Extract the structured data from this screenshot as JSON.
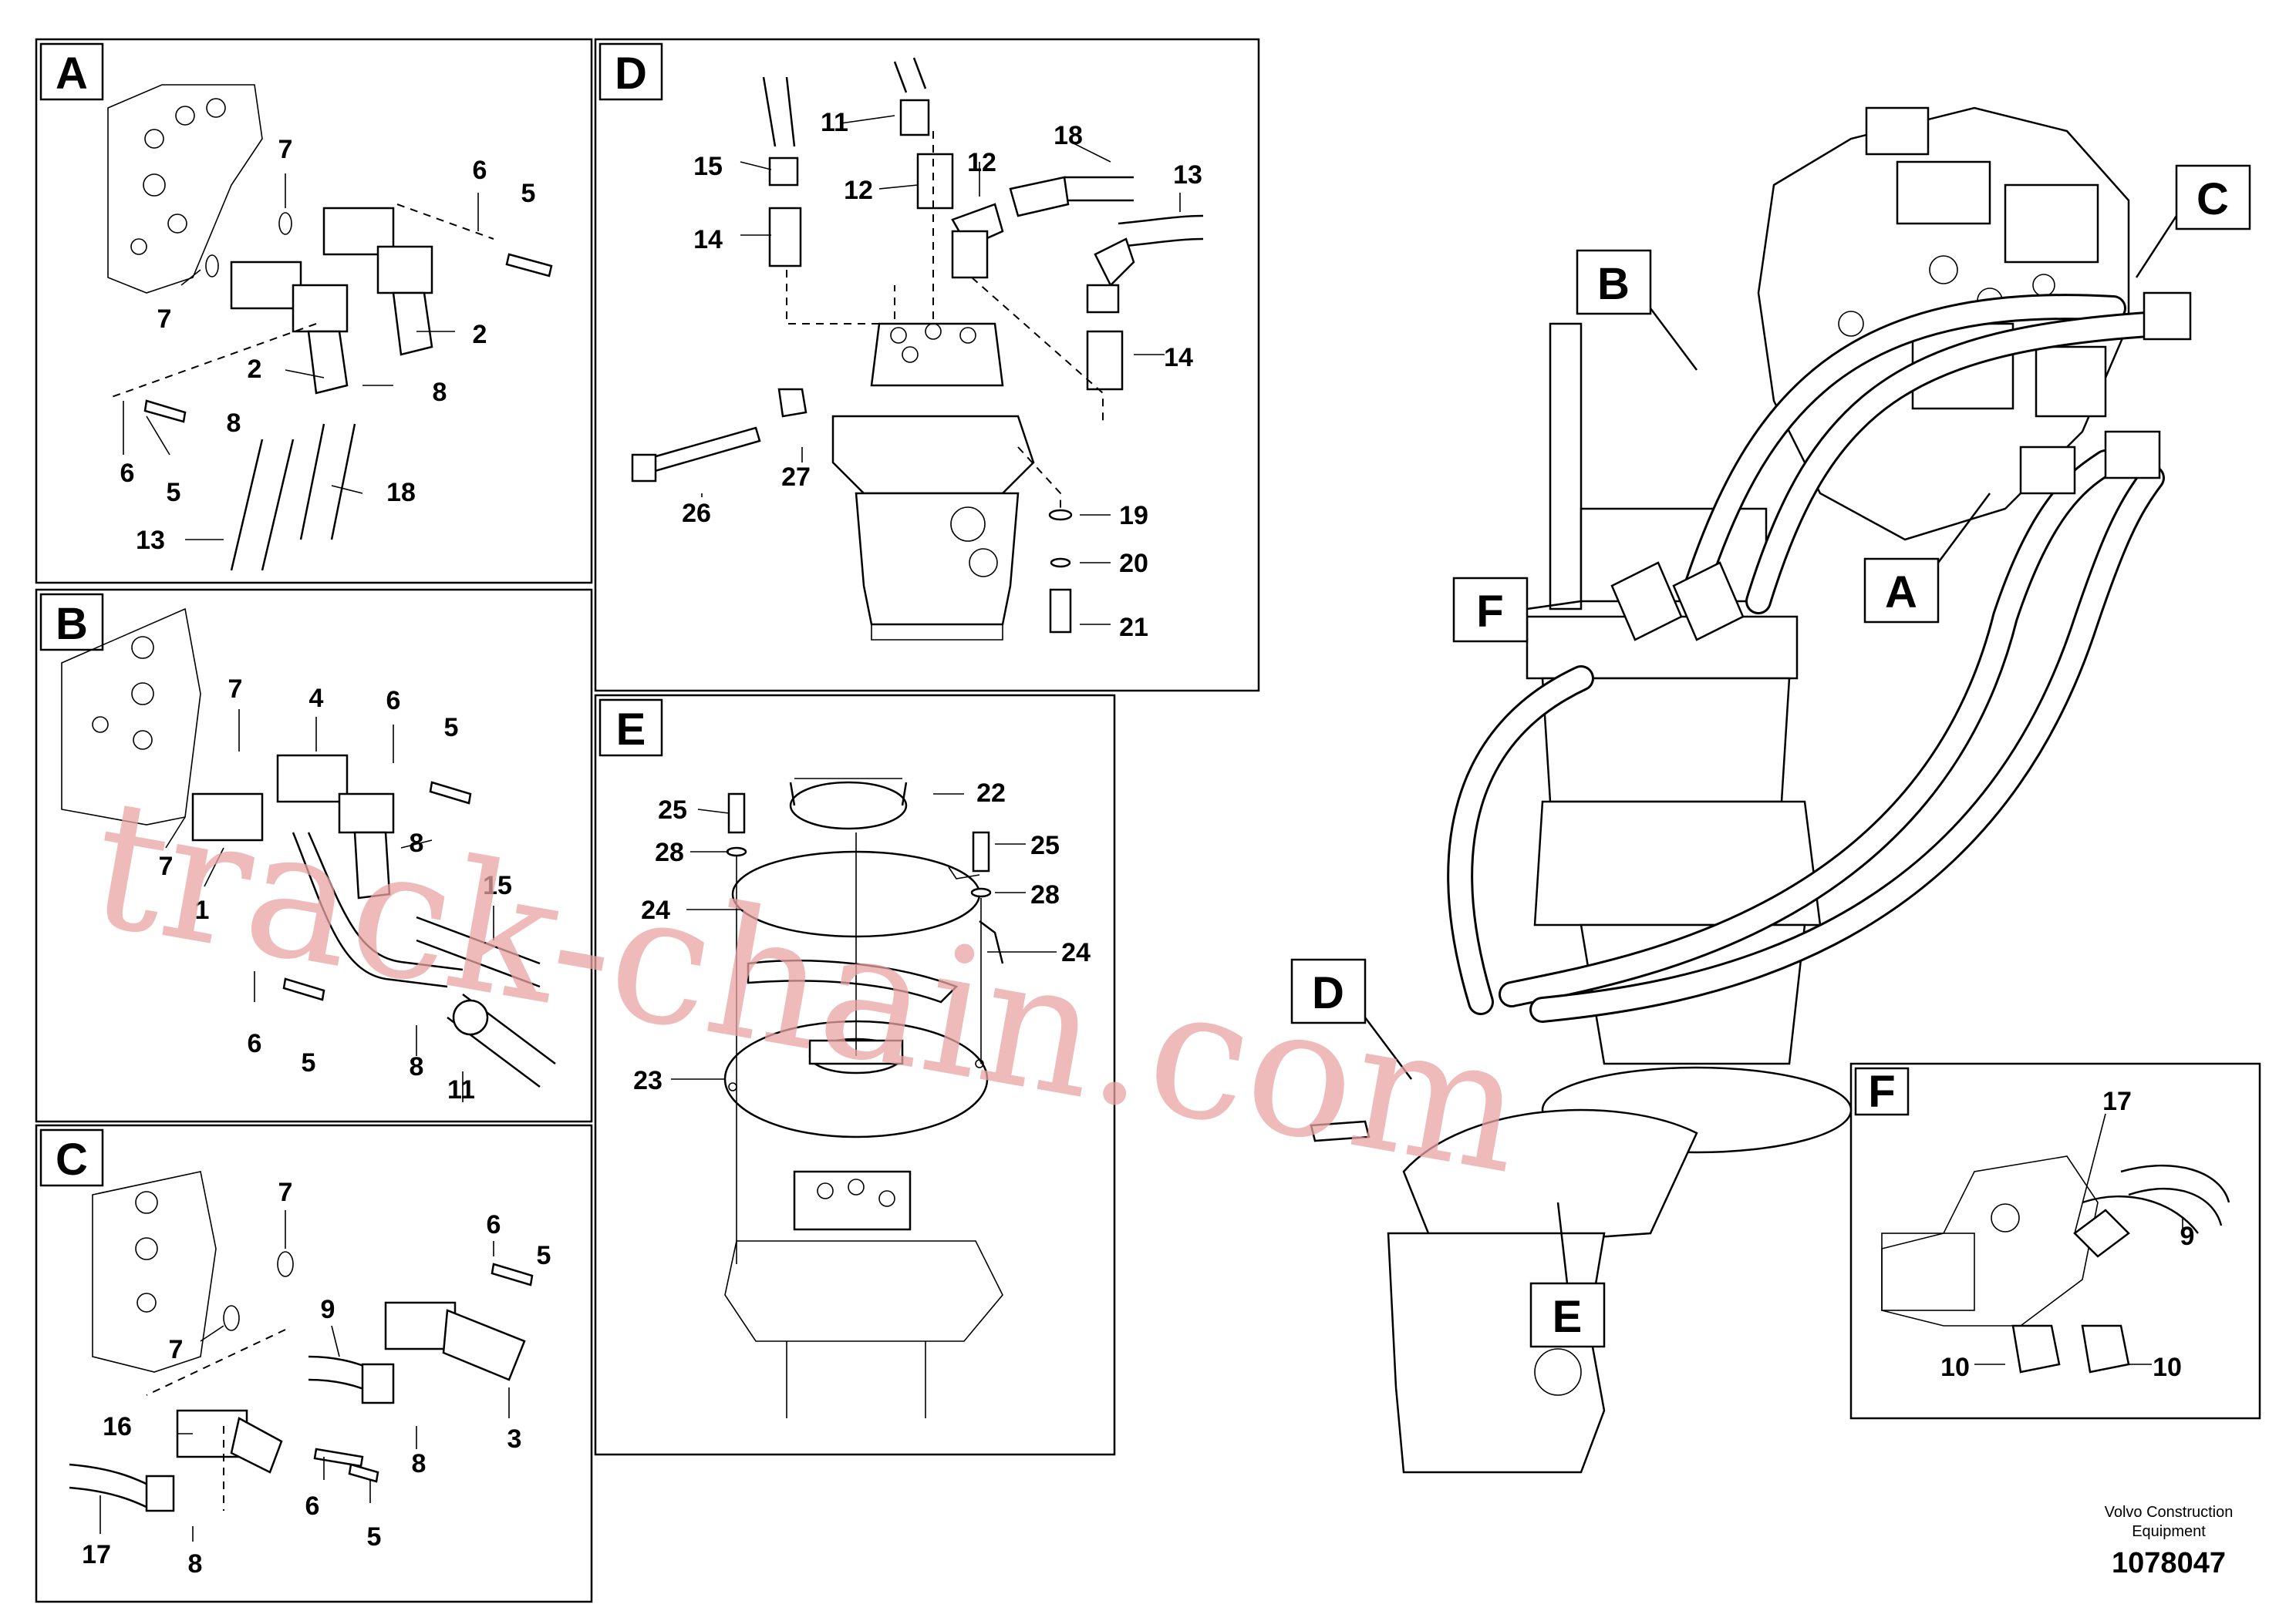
{
  "panels": {
    "A": {
      "letter": "A",
      "callouts": [
        {
          "text": "7"
        },
        {
          "text": "6"
        },
        {
          "text": "5"
        },
        {
          "text": "7"
        },
        {
          "text": "2"
        },
        {
          "text": "2"
        },
        {
          "text": "8"
        },
        {
          "text": "8"
        },
        {
          "text": "6"
        },
        {
          "text": "5"
        },
        {
          "text": "18"
        },
        {
          "text": "13"
        }
      ]
    },
    "B": {
      "letter": "B",
      "callouts": [
        {
          "text": "7"
        },
        {
          "text": "4"
        },
        {
          "text": "6"
        },
        {
          "text": "5"
        },
        {
          "text": "8"
        },
        {
          "text": "7"
        },
        {
          "text": "1"
        },
        {
          "text": "15"
        },
        {
          "text": "6"
        },
        {
          "text": "5"
        },
        {
          "text": "8"
        },
        {
          "text": "11"
        }
      ]
    },
    "C": {
      "letter": "C",
      "callouts": [
        {
          "text": "7"
        },
        {
          "text": "6"
        },
        {
          "text": "5"
        },
        {
          "text": "9"
        },
        {
          "text": "7"
        },
        {
          "text": "16"
        },
        {
          "text": "3"
        },
        {
          "text": "8"
        },
        {
          "text": "6"
        },
        {
          "text": "5"
        },
        {
          "text": "17"
        },
        {
          "text": "8"
        }
      ]
    },
    "D": {
      "letter": "D",
      "callouts": [
        {
          "text": "11"
        },
        {
          "text": "15"
        },
        {
          "text": "12"
        },
        {
          "text": "18"
        },
        {
          "text": "13"
        },
        {
          "text": "12"
        },
        {
          "text": "14"
        },
        {
          "text": "14"
        },
        {
          "text": "26"
        },
        {
          "text": "27"
        },
        {
          "text": "19"
        },
        {
          "text": "20"
        },
        {
          "text": "21"
        }
      ]
    },
    "E": {
      "letter": "E",
      "callouts": [
        {
          "text": "22"
        },
        {
          "text": "25"
        },
        {
          "text": "25"
        },
        {
          "text": "28"
        },
        {
          "text": "28"
        },
        {
          "text": "24"
        },
        {
          "text": "24"
        },
        {
          "text": "23"
        }
      ]
    },
    "F": {
      "letter": "F",
      "callouts": [
        {
          "text": "17"
        },
        {
          "text": "9"
        },
        {
          "text": "10"
        },
        {
          "text": "10"
        }
      ]
    }
  },
  "overview_labels": [
    "C",
    "B",
    "A",
    "F",
    "D",
    "E"
  ],
  "watermark": "track-chain.com",
  "footer": {
    "line1": "Volvo Construction",
    "line2": "Equipment",
    "drawing_id": "1078047"
  }
}
